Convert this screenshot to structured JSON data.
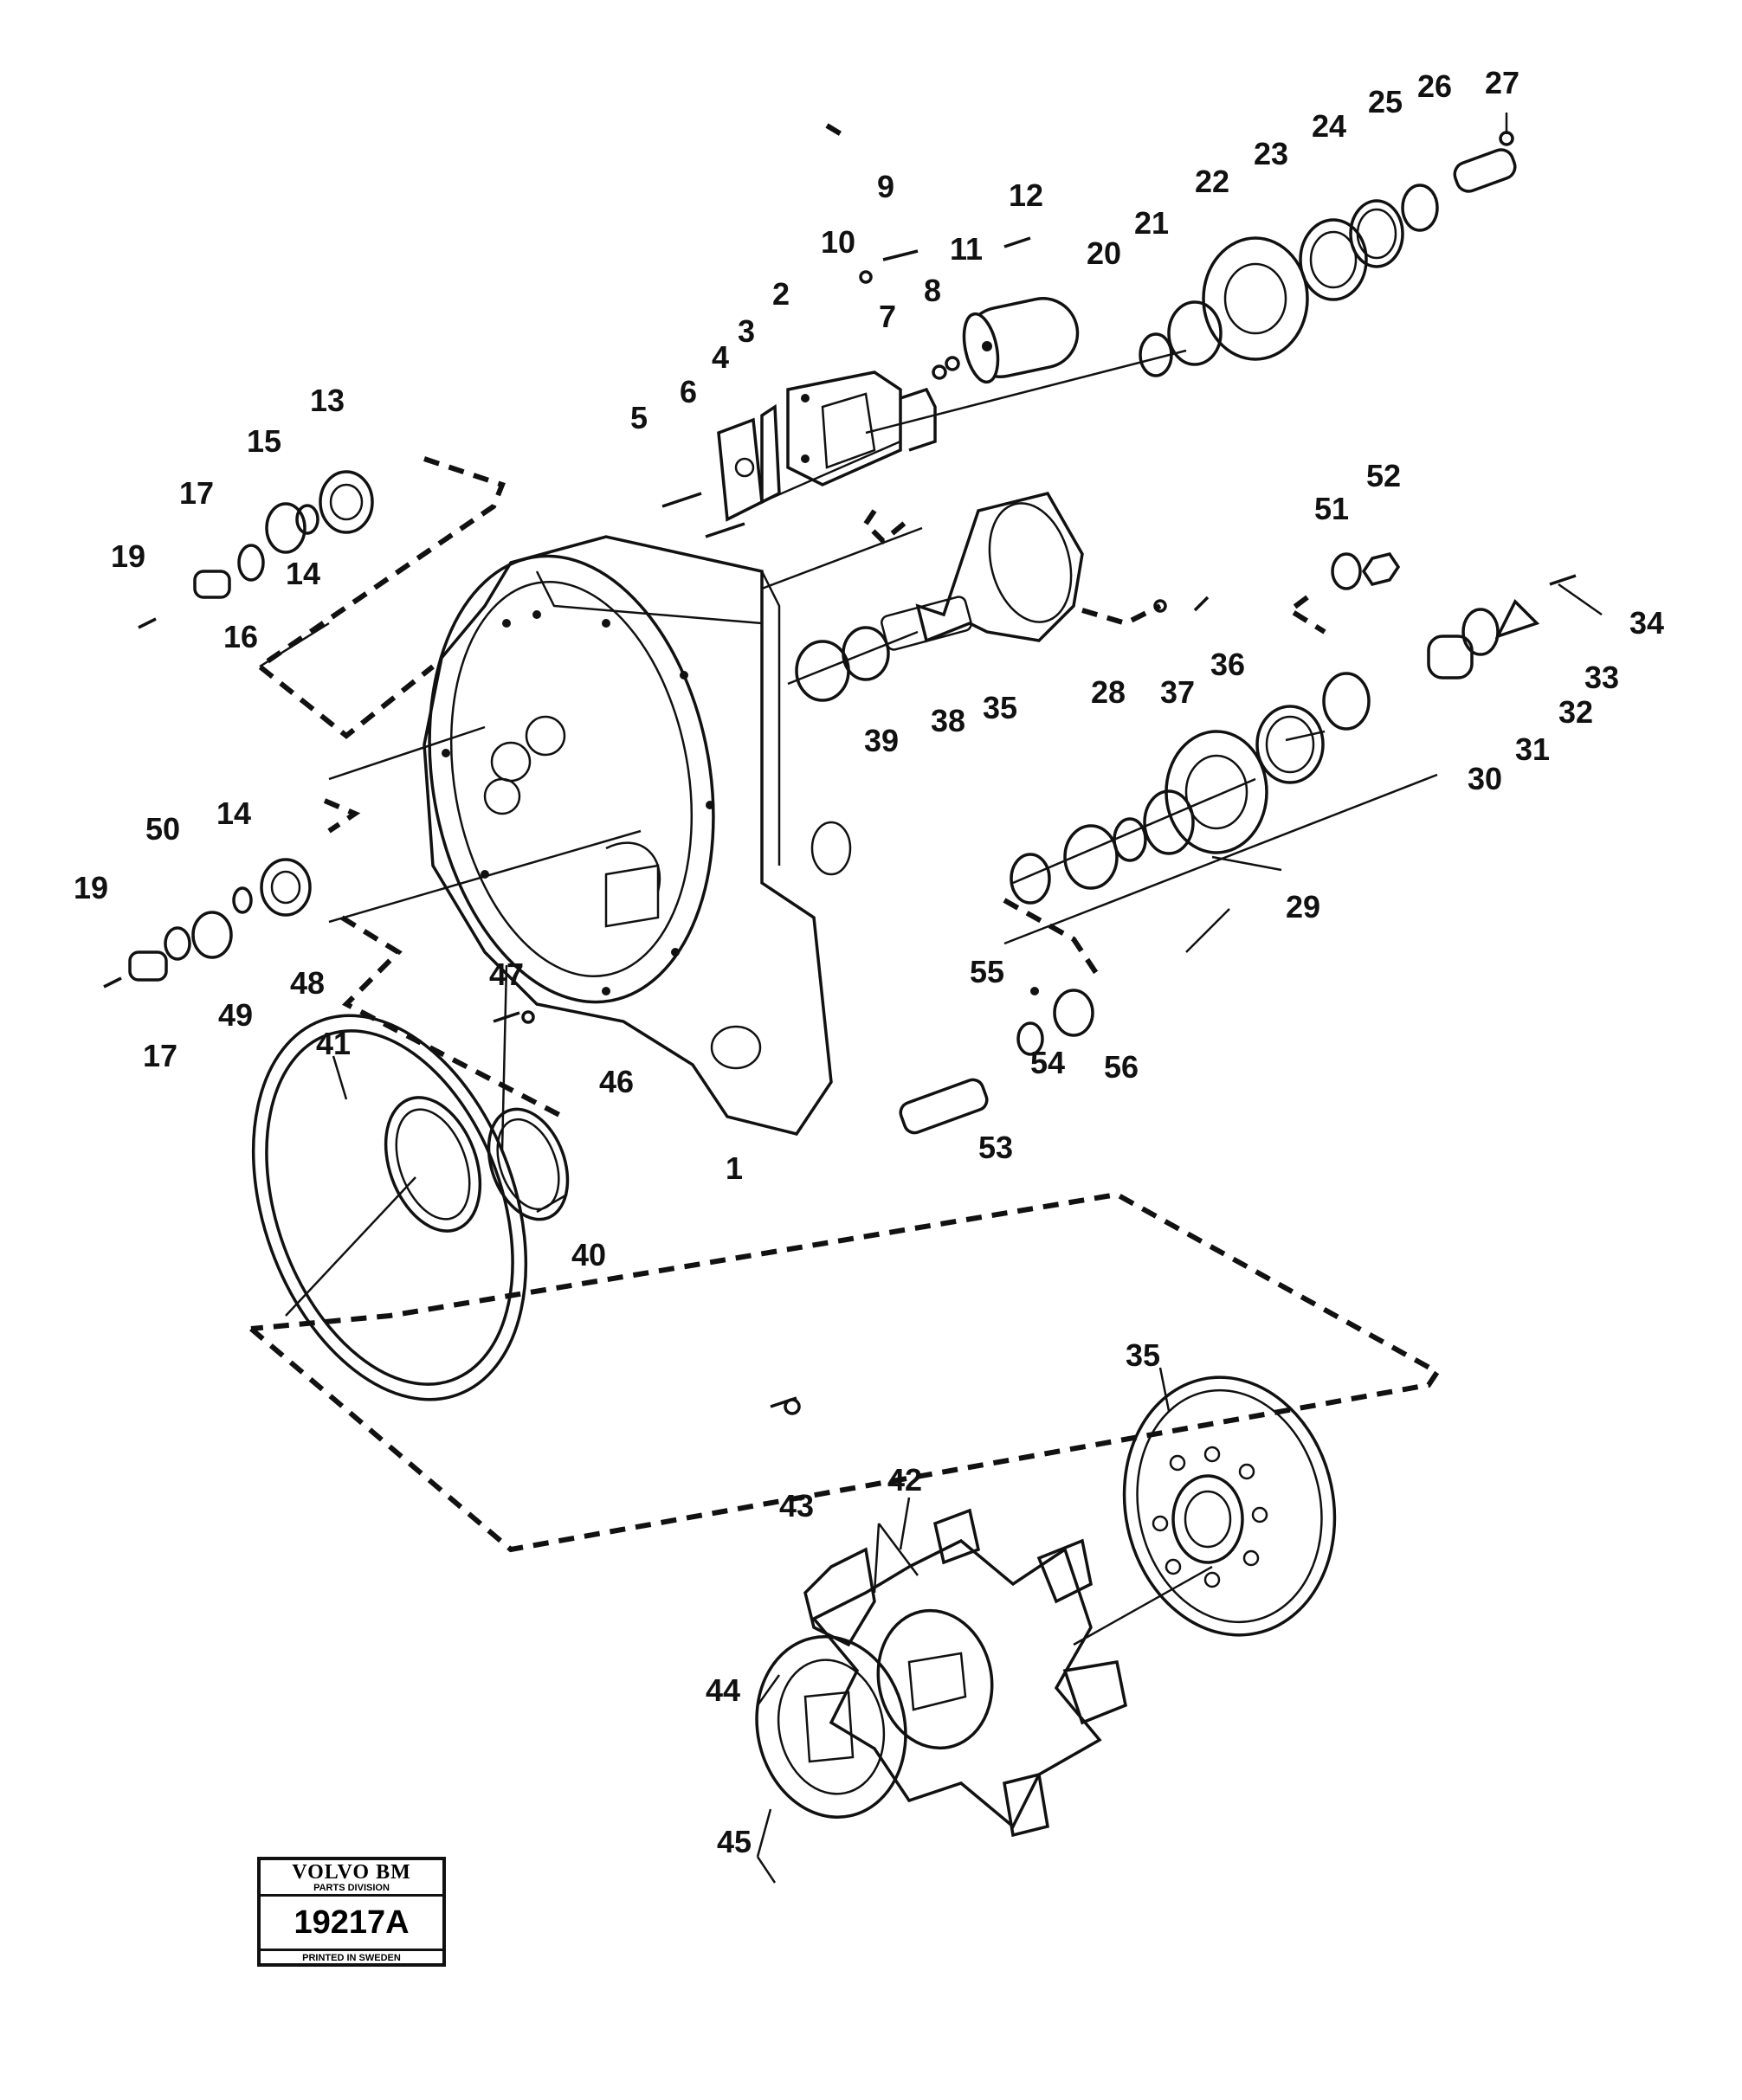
{
  "callouts": [
    "1",
    "2",
    "3",
    "4",
    "5",
    "6",
    "7",
    "8",
    "9",
    "10",
    "11",
    "12",
    "13",
    "14",
    "14",
    "15",
    "16",
    "17",
    "17",
    "19",
    "19",
    "20",
    "21",
    "22",
    "23",
    "24",
    "25",
    "26",
    "27",
    "28",
    "29",
    "30",
    "31",
    "32",
    "33",
    "34",
    "35",
    "35",
    "36",
    "37",
    "38",
    "39",
    "40",
    "41",
    "42",
    "43",
    "44",
    "45",
    "46",
    "47",
    "48",
    "49",
    "50",
    "51",
    "52",
    "53",
    "54",
    "55",
    "56"
  ],
  "stamp": {
    "brand": "VOLVO BM",
    "division": "PARTS DIVISION",
    "number": "19217A",
    "footer": "PRINTED IN SWEDEN"
  }
}
